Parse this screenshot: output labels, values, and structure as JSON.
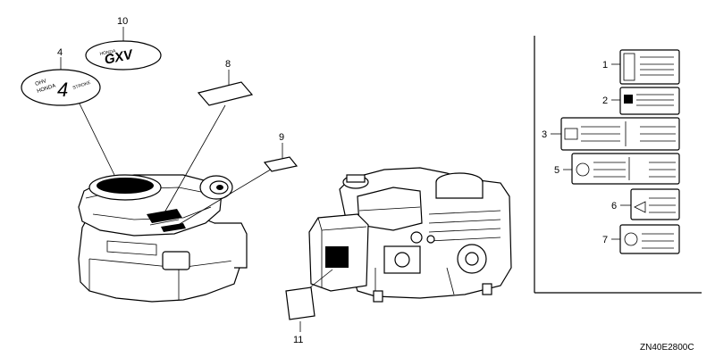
{
  "diagram": {
    "code": "ZN40E2800C",
    "callouts": {
      "c1": "1",
      "c2": "2",
      "c3": "3",
      "c4": "4",
      "c5": "5",
      "c6": "6",
      "c7": "7",
      "c8": "8",
      "c9": "9",
      "c10": "10",
      "c11": "11"
    },
    "decal_text": {
      "model_badge": "GXV",
      "maker_badge": "HONDA",
      "oval_top": "OHV",
      "oval_mid": "HONDA",
      "oval_tail": "STROKE"
    }
  }
}
